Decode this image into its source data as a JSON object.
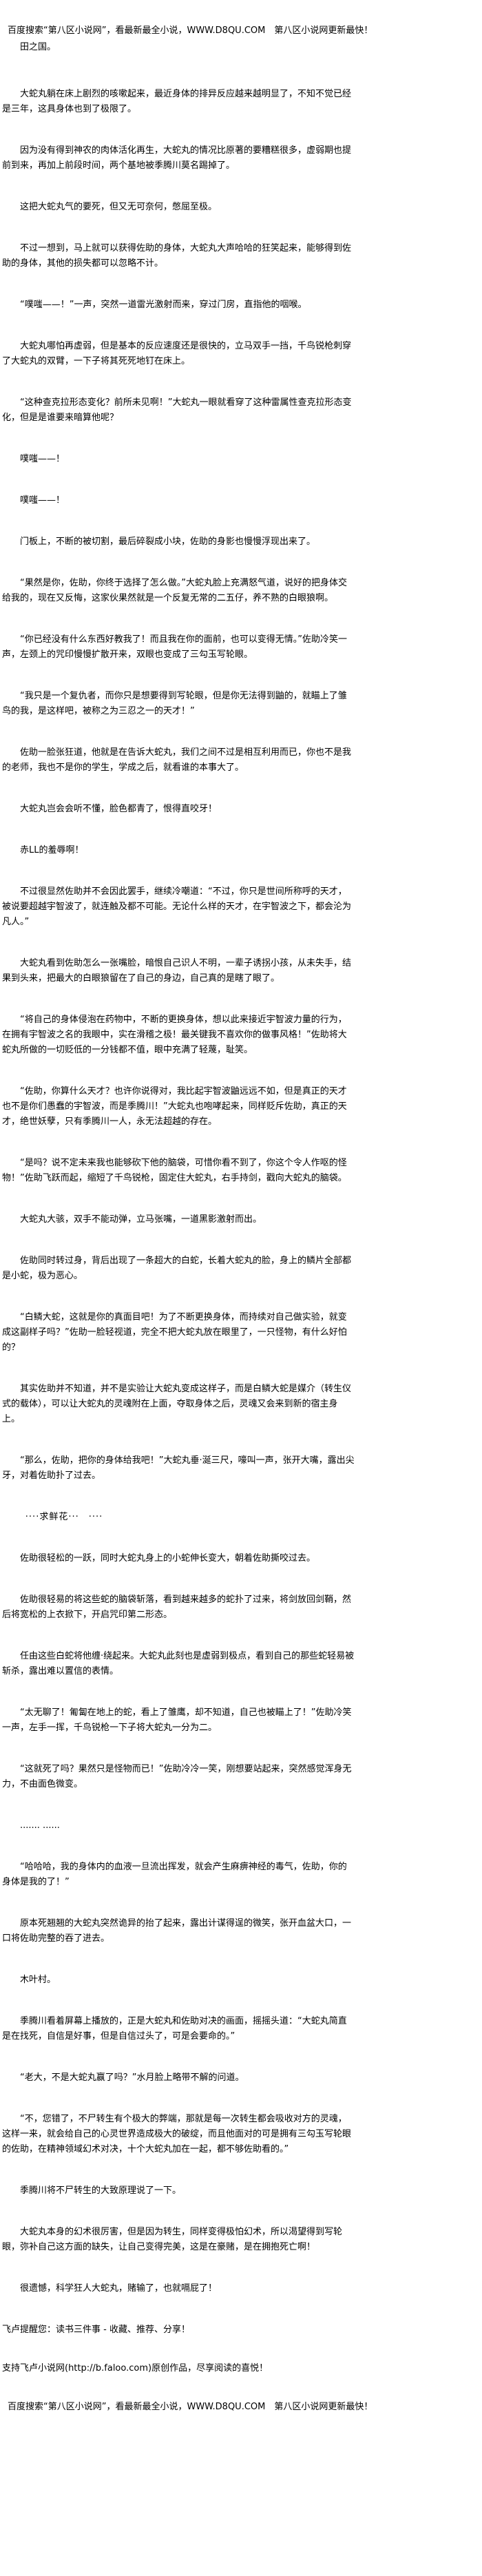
{
  "header_banner": "百度搜索“第八区小说网”，看最新最全小说，WWW.D8QU.COM　第八区小说网更新最快！",
  "paragraphs": [
    "田之国。",
    "大蛇丸躺在床上剧烈的咳嗽起来，最近身体的排异反应越来越明显了，不知不觉已经是三年，这具身体也到了极限了。",
    "因为没有得到神农的肉体活化再生，大蛇丸的情况比原著的要糟糕很多，虚弱期也提前到来，再加上前段时间，两个基地被季腾川莫名踢掉了。",
    "这把大蛇丸气的要死，但又无可奈何，憋屈至极。",
    "不过一想到，马上就可以获得佐助的身体，大蛇丸大声哈哈的狂笑起来，能够得到佐助的身体，其他的损失都可以忽略不计。",
    "“噗嗤——！”一声，突然一道雷光激射而来，穿过门房，直指他的咽喉。",
    "大蛇丸哪怕再虚弱，但是基本的反应速度还是很快的，立马双手一挡，千鸟锐枪刺穿了大蛇丸的双臂，一下子将其死死地钉在床上。",
    "“这种查克拉形态变化？前所未见啊！”大蛇丸一眼就看穿了这种雷属性查克拉形态变化，但是是谁要来暗算他呢？",
    "噗嗤——！",
    "噗嗤——！",
    "门板上，不断的被切割，最后碎裂成小块，佐助的身影也慢慢浮现出来了。",
    "“果然是你，佐助，你终于选择了怎么做。”大蛇丸脸上充满怒气道，说好的把身体交给我的，现在又反悔，这家伙果然就是一个反复无常的二五仔，养不熟的白眼狼啊。",
    "“你已经没有什么东西好教我了！而且我在你的面前，也可以变得无情。”佐助冷笑一声，左颈上的咒印慢慢扩散开来，双眼也变成了三勾玉写轮眼。",
    "“我只是一个复仇者，而你只是想要得到写轮眼，但是你无法得到鼬的，就瞄上了雏鸟的我，是这样吧，被称之为三忍之一的天才！”",
    "佐助一脸张狂道，他就是在告诉大蛇丸，我们之间不过是相互利用而已，你也不是我的老师，我也不是你的学生，学成之后，就看谁的本事大了。",
    "大蛇丸岂会会听不懂，脸色都青了，恨得直咬牙！",
    "赤LL的羞辱啊！",
    "不过很显然佐助并不会因此罢手，继续冷嘲道：“不过，你只是世间所称呼的天才，被说要超越宇智波了，就连触及都不可能。无论什么样的天才，在宇智波之下，都会沦为凡人。”",
    "大蛇丸看到佐助怎么一张嘴脸，暗恨自己识人不明，一辈子诱拐小孩，从未失手，结果到头来，把最大的白眼狼留在了自己的身边，自己真的是瞎了眼了。",
    "“将自己的身体侵泡在药物中，不断的更换身体，想以此来接近宇智波力量的行为，在拥有宇智波之名的我眼中，实在滑稽之极！最关键我不喜欢你的做事风格！”佐助将大蛇丸所做的一切贬低的一分钱都不值，眼中充满了轻蔑，耻笑。",
    "“佐助，你算什么天才？也许你说得对，我比起宇智波鼬远远不如，但是真正的天才也不是你们愚蠢的宇智波，而是季腾川！”大蛇丸也咆哮起来，同样贬斥佐助，真正的天才，绝世妖孽，只有季腾川一人，永无法超越的存在。",
    "“是吗？说不定未来我也能够砍下他的脑袋，可惜你看不到了，你这个令人作呕的怪物！”佐助飞跃而起，缩短了千鸟锐枪，固定住大蛇丸，右手持剑，戳向大蛇丸的脑袋。",
    "大蛇丸大骇，双手不能动弹，立马张嘴，一道黑影激射而出。",
    "佐助同时转过身，背后出现了一条超大的白蛇，长着大蛇丸的脸，身上的鳞片全部都是小蛇，极为恶心。",
    "“白鳞大蛇，这就是你的真面目吧！为了不断更换身体，而持续对自己做实验，就变成这副样子吗？”佐助一脸轻视道，完全不把大蛇丸放在眼里了，一只怪物，有什么好怕的？",
    "其实佐助并不知道，并不是实验让大蛇丸变成这样子，而是白鳞大蛇是媒介（转生仪式的载体），可以让大蛇丸的灵魂附在上面，夺取身体之后，灵魂又会来到新的宿主身上。",
    "“那么，佐助，把你的身体给我吧！”大蛇丸垂·涎三尺，嚎叫一声，张开大嘴，露出尖牙，对着佐助扑了过去。",
    "····求鲜花···　····",
    "佐助很轻松的一跃，同时大蛇丸身上的小蛇伸长变大，朝着佐助撕咬过去。",
    "佐助很轻易的将这些蛇的脑袋斩落，看到越来越多的蛇扑了过来，将剑放回剑鞘，然后将宽松的上衣掀下，开启咒印第二形态。",
    "任由这些白蛇将他缠·绕起来。大蛇丸此刻也是虚弱到极点，看到自己的那些蛇轻易被斩杀，露出难以置信的表情。",
    "“太无聊了！匍匐在地上的蛇，看上了雏鹰，却不知道，自己也被瞄上了！”佐助冷笑一声，左手一挥，千鸟锐枪一下子将大蛇丸一分为二。",
    "“这就死了吗？果然只是怪物而已！”佐助冷冷一笑，刚想要站起来，突然感觉浑身无力，不由面色微变。",
    "....... ......",
    "“哈哈哈，我的身体内的血液一旦流出挥发，就会产生麻痹神经的毒气，佐助，你的身体是我的了！”",
    "原本死翘翘的大蛇丸突然诡异的抬了起来，露出计谋得逞的微笑，张开血盆大口，一口将佐助完整的吞了进去。",
    "木叶村。",
    "季腾川看着屏幕上播放的，正是大蛇丸和佐助对决的画面，摇摇头道：“大蛇丸简直是在找死，自信是好事，但是自信过头了，可是会要命的。”",
    "“老大，不是大蛇丸赢了吗？”水月脸上略带不解的问道。",
    "“不，您错了，不尸转生有个极大的弊端，那就是每一次转生都会吸收对方的灵魂，这样一来，就会给自己的心灵世界造成极大的破绽，而且他面对的可是拥有三勾玉写轮眼的佐助，在精神领域幻术对决，十个大蛇丸加在一起，都不够佐助看的。”",
    "季腾川将不尸转生的大致原理说了一下。",
    "大蛇丸本身的幻术很厉害，但是因为转生，同样变得极怕幻术，所以渴望得到写轮眼，弥补自己这方面的缺失，让自己变得完美，这是在豪赌，是在拥抱死亡啊！",
    "很遗憾，科学狂人大蛇丸，赌输了，也就嗝屁了！"
  ],
  "footer": {
    "reminder": "飞卢提醒您：读书三件事 - 收藏、推荐、分享！",
    "support": "支持飞卢小说网(http://b.faloo.com)原创作品，尽享阅读的喜悦！",
    "banner": "百度搜索“第八区小说网”，看最新最全小说，WWW.D8QU.COM　第八区小说网更新最快！"
  }
}
